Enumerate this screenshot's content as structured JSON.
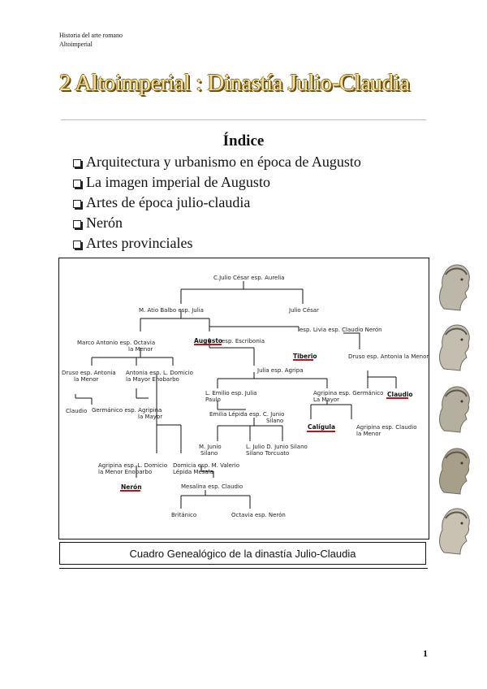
{
  "header": {
    "line1": "Historia del arte romano",
    "line2": "Altoimperial"
  },
  "title": "2 Altoimperial : Dinastía Julio-Claudia",
  "toc": {
    "heading": "Índice",
    "items": [
      "Arquitectura y urbanismo en época de Augusto",
      "La imagen imperial de Augusto",
      "Artes de época julio-claudia",
      "Nerón",
      "Artes provinciales"
    ]
  },
  "family_tree": {
    "root": "C.Julio César esp. Aurelia",
    "atio": "M. Atio Balbo esp. Julia",
    "julio_cesar": "Julio César",
    "livia": "esp. Livia esp. Claudio Nerón",
    "marco_antonio": "Marco Antonio esp. Octavia",
    "marco_antonio_2": "la Menor",
    "augusto": "Augusto",
    "augusto_esp": "esp. Escribonia",
    "tiberio": "Tiberio",
    "druso_tiberio": "Druso esp. Antonia la Menor",
    "druso_1": "Druso esp. Antonia",
    "druso_2": "la Menor",
    "antonia_1": "Antonia esp. L. Domicio",
    "antonia_2": "la Mayor      Enobarbo",
    "julia_agripa": "Julia esp. Agripa",
    "claudio": "Claudio",
    "emilio_1": "L. Emilio esp. Julia",
    "emilio_2": "Paulo",
    "agripina_g_1": "Agripina esp. Germánico",
    "agripina_g_2": "La Mayor",
    "claudio_leaf": "Claudio",
    "germanico_leaf": "Germánico esp. Agripina",
    "germanico_leaf_2": "la Mayor",
    "emilia_1": "Emilia Lépida esp. C. Junio",
    "emilia_2": "Silano",
    "caligula": "Calígula",
    "agripina_c_1": "Agripina esp. Claudio",
    "agripina_c_2": "la Menor",
    "junio_1": "M. Junio",
    "junio_2": "Silano",
    "ljulio_1": "L. Julio  D. Junio Silano",
    "ljulio_2": "Silano     Torcuato",
    "agripina_n_1": "Agripina esp. L. Domicio",
    "agripina_n_2": "la Menor      Enobarbo",
    "domicia_1": "Domicia esp. M. Valerio",
    "domicia_2": "Lépida          Mesala",
    "neron": "Nerón",
    "mesalina": "Mesalina esp. Claudio",
    "britanico": "Británico",
    "octavia": "Octavia esp. Nerón"
  },
  "caption": "Cuadro Genealógico de la dinastía Julio-Claudia",
  "page_number": "1",
  "colors": {
    "title_fill": "#f3e2a4",
    "title_shadow": "#5a4410",
    "emphasis_underline": "#c0121c"
  }
}
